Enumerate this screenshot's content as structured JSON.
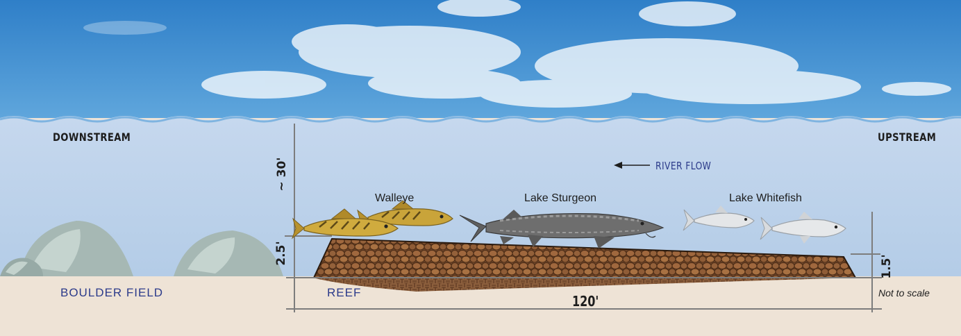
{
  "labels": {
    "downstream": "DOWNSTREAM",
    "upstream": "UPSTREAM",
    "river_flow": "RIVER FLOW",
    "boulder_field": "BOULDER FIELD",
    "reef": "REEF",
    "not_to_scale": "Not to scale"
  },
  "fish": {
    "walleye": "Walleye",
    "sturgeon": "Lake Sturgeon",
    "whitefish": "Lake Whitefish"
  },
  "dimensions": {
    "depth": "~ 30'",
    "reef_height_left": "2.5'",
    "reef_height_right": "1.5'",
    "reef_length": "120'"
  },
  "colors": {
    "sky": "#3b8fd4",
    "water": "#b9cfe8",
    "sand": "#eee3d6",
    "reef": "#8a5a36",
    "text_navy": "#2b3a8a"
  }
}
